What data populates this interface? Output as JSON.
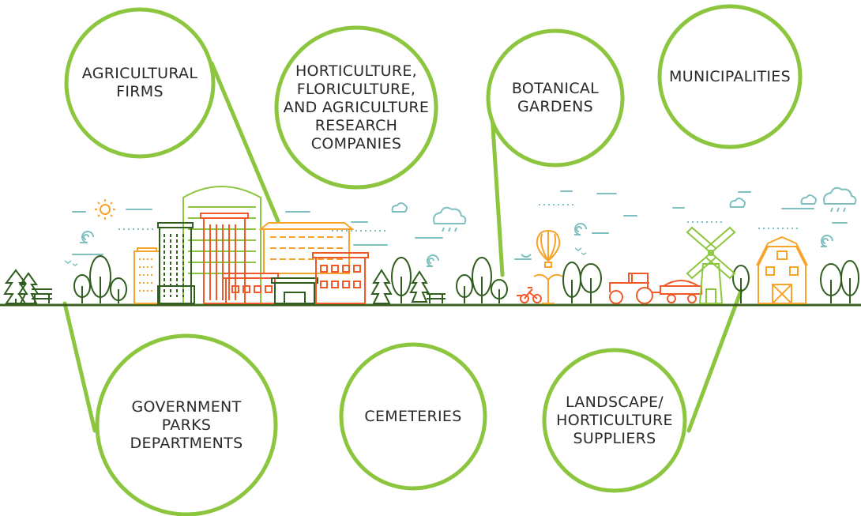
{
  "colors": {
    "green": "#8cc63f",
    "dark_green": "#2f5e1e",
    "mid_green": "#5fa533",
    "orange": "#f7a32b",
    "red_orange": "#f05a28",
    "teal": "#7fbfbf",
    "ground": "#3a5f1f"
  },
  "nodes": [
    {
      "id": "agricultural-firms",
      "label": "AGRICULTURAL\nFIRMS"
    },
    {
      "id": "research-companies",
      "label": "HORTICULTURE,\nFLORICULTURE,\nAND AGRICULTURE\nRESEARCH\nCOMPANIES"
    },
    {
      "id": "botanical-gardens",
      "label": "BOTANICAL\nGARDENS"
    },
    {
      "id": "municipalities",
      "label": "MUNICIPALITIES"
    },
    {
      "id": "government-parks",
      "label": "GOVERNMENT\nPARKS\nDEPARTMENTS"
    },
    {
      "id": "cemeteries",
      "label": "CEMETERIES"
    },
    {
      "id": "landscape-suppliers",
      "label": "LANDSCAPE/\nHORTICULTURE\nSUPPLIERS"
    }
  ],
  "icons": [
    "sun-icon",
    "cloud-icon",
    "rain-cloud-icon",
    "tree-icon",
    "pine-tree-icon",
    "bench-icon",
    "building-icon",
    "hot-air-balloon-icon",
    "fountain-icon",
    "bicycle-icon",
    "tractor-icon",
    "trailer-icon",
    "windmill-icon",
    "barn-icon",
    "bird-icon",
    "wind-icon"
  ]
}
